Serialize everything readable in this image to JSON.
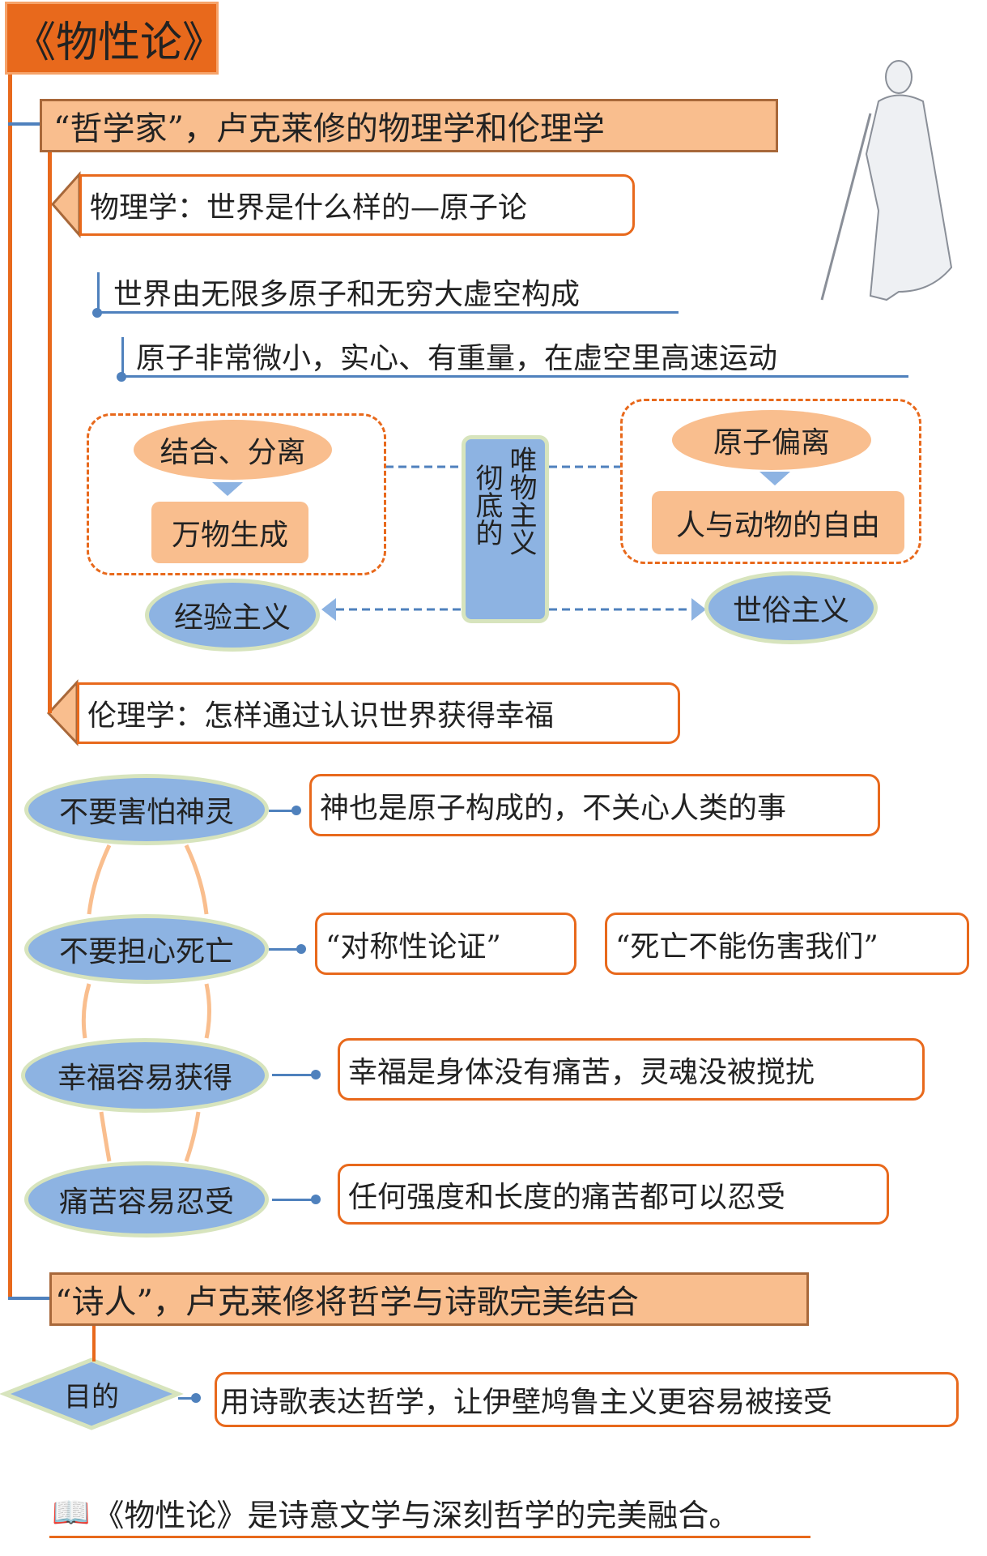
{
  "title": "《物性论》",
  "philosopher": {
    "heading": "“哲学家”，卢克莱修的物理学和伦理学",
    "physics": {
      "label": "物理学：世界是什么样的—原子论",
      "point1": "世界由无限多原子和无穷大虚空构成",
      "point2": "原子非常微小，实心、有重量，在虚空里高速运动",
      "left_group": {
        "top": "结合、分离",
        "bottom": "万物生成"
      },
      "right_group": {
        "top": "原子偏离",
        "bottom": "人与动物的自由"
      },
      "center": {
        "col1": "彻底的",
        "col2": "唯物主义"
      },
      "left_result": "经验主义",
      "right_result": "世俗主义"
    },
    "ethics": {
      "label": "伦理学：怎样通过认识世界获得幸福",
      "items": [
        {
          "key": "不要害怕神灵",
          "details": [
            "神也是原子构成的，不关心人类的事"
          ]
        },
        {
          "key": "不要担心死亡",
          "details": [
            "“对称性论证”",
            "“死亡不能伤害我们”"
          ]
        },
        {
          "key": "幸福容易获得",
          "details": [
            "幸福是身体没有痛苦，灵魂没被搅扰"
          ]
        },
        {
          "key": "痛苦容易忍受",
          "details": [
            "任何强度和长度的痛苦都可以忍受"
          ]
        }
      ]
    }
  },
  "poet": {
    "heading": "“诗人”，卢克莱修将哲学与诗歌完美结合",
    "purpose_label": "目的",
    "purpose": "用诗歌表达哲学，让伊壁鸠鲁主义更容易被接受"
  },
  "footer": {
    "icon": "book-icon",
    "text": "《物性论》是诗意文学与深刻哲学的完美融合。"
  },
  "colors": {
    "orange": "#E8691C",
    "peach": "#F9BE8E",
    "blue": "#8DB3E2",
    "line_blue": "#4F81BD",
    "green_border": "#D7E4BD"
  }
}
